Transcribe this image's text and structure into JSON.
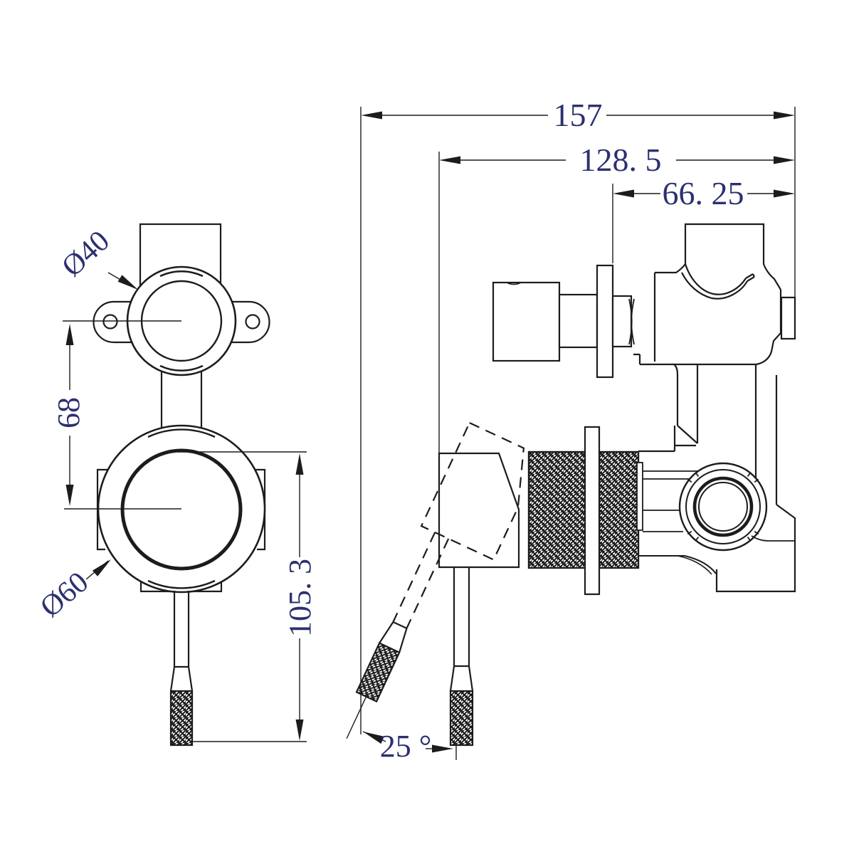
{
  "drawing": {
    "type": "technical-2d-drawing",
    "subject": "shower mixer valve two views",
    "background": "#ffffff",
    "line_color": "#1c1c1c",
    "dim_text_color": "#2c3070",
    "dimensions": {
      "overall_width": "157",
      "body_width": "128. 5",
      "valve_offset": "66. 25",
      "top_trim_diameter": "Ø40",
      "centre_distance": "68",
      "bottom_trim_diameter": "Ø60",
      "handle_drop": "105. 3",
      "handle_angle": "25 °"
    }
  }
}
